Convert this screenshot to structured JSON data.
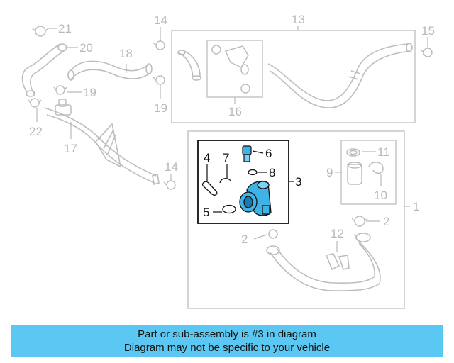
{
  "callouts": {
    "c1": "1",
    "c2a": "2",
    "c2b": "2",
    "c3": "3",
    "c4": "4",
    "c5": "5",
    "c6": "6",
    "c7": "7",
    "c8": "8",
    "c9": "9",
    "c10": "10",
    "c11": "11",
    "c12": "12",
    "c13": "13",
    "c14a": "14",
    "c14b": "14",
    "c15": "15",
    "c16": "16",
    "c17": "17",
    "c18": "18",
    "c19a": "19",
    "c19b": "19",
    "c20": "20",
    "c21": "21",
    "c22": "22"
  },
  "notice": {
    "line1": "Part or sub-assembly is #3 in diagram",
    "line2": "Diagram may not be specific to your vehicle"
  },
  "colors": {
    "highlight": "#5bc7f3",
    "part_fill": "#3fb3e6",
    "line_light": "#b9b9b9",
    "line_dark": "#111111"
  }
}
